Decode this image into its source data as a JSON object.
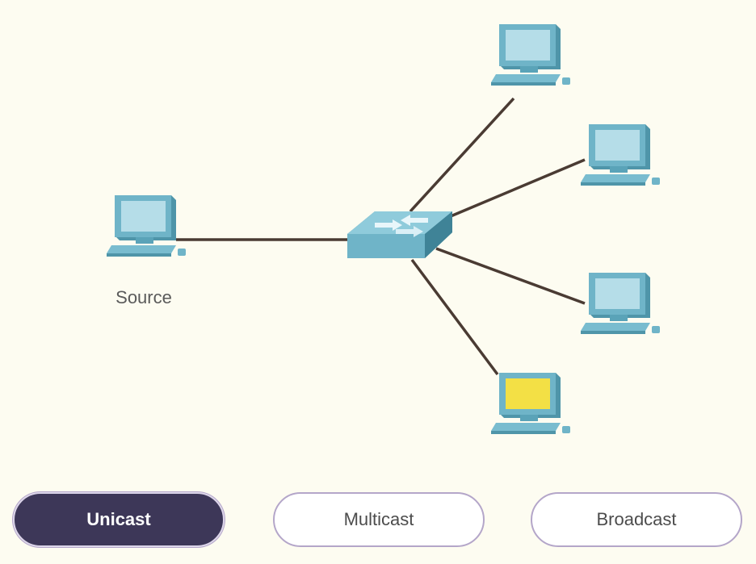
{
  "diagram": {
    "source_label": "Source",
    "colors": {
      "background": "#fdfcf1",
      "device_teal": "#6fb4c8",
      "screen_idle": "#b5dde8",
      "screen_highlight": "#f3e045",
      "link": "#4a3b33"
    },
    "nodes": [
      {
        "id": "source",
        "kind": "pc",
        "label": "Source",
        "highlighted": false
      },
      {
        "id": "switch",
        "kind": "switch"
      },
      {
        "id": "dest-1",
        "kind": "pc",
        "highlighted": false
      },
      {
        "id": "dest-2",
        "kind": "pc",
        "highlighted": false
      },
      {
        "id": "dest-3",
        "kind": "pc",
        "highlighted": false
      },
      {
        "id": "dest-4",
        "kind": "pc",
        "highlighted": true
      }
    ],
    "links": [
      [
        "source",
        "switch"
      ],
      [
        "switch",
        "dest-1"
      ],
      [
        "switch",
        "dest-2"
      ],
      [
        "switch",
        "dest-3"
      ],
      [
        "switch",
        "dest-4"
      ]
    ]
  },
  "controls": {
    "buttons": [
      {
        "id": "unicast",
        "label": "Unicast",
        "active": true
      },
      {
        "id": "multicast",
        "label": "Multicast",
        "active": false
      },
      {
        "id": "broadcast",
        "label": "Broadcast",
        "active": false
      }
    ],
    "active_color": "#3d3758",
    "border_color": "#b4a6c9"
  }
}
